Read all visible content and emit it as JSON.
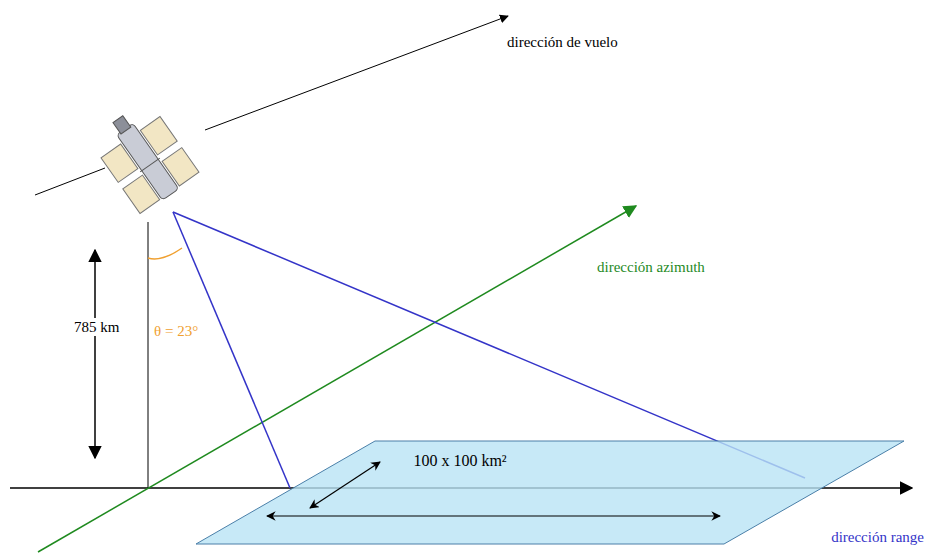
{
  "diagram": {
    "nodes": [
      {
        "text": [
          "100 x 100 km²"
        ]
      }
    ],
    "labels": [
      "dirección de vuelo",
      "dirección azimuth",
      "785 km",
      "θ = 23°",
      "dirección range"
    ]
  }
}
